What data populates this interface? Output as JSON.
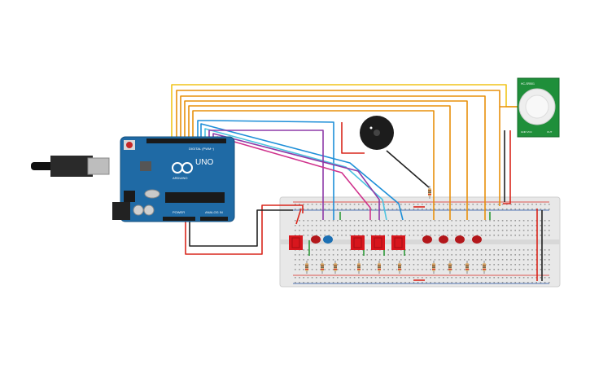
{
  "board": {
    "logo": "UNO",
    "brand": "ARDUINO",
    "digital_label": "DIGITAL (PWM~)",
    "power_label": "POWER",
    "analog_label": "ANALOG IN"
  },
  "pir": {
    "top_label": "HC-SR501",
    "bottom_left": "GND  VCC",
    "bottom_right": "OUT"
  },
  "colors": {
    "board": "#1f6aa5",
    "breadboard": "#e6e6e6",
    "wire_orange": "#e8900c",
    "wire_yellow": "#f0c419",
    "wire_blue": "#1e8fd8",
    "wire_lightblue": "#4cc3e0",
    "wire_purple": "#8e3aa8",
    "wire_magenta": "#d0338d",
    "wire_red": "#d9261c",
    "wire_black": "#222222",
    "wire_green": "#2e9b3a",
    "led_red": "#b3171b",
    "led_blue": "#1b6fb3",
    "seg_display": "#d8161d",
    "pir_board": "#1f8f3a"
  }
}
